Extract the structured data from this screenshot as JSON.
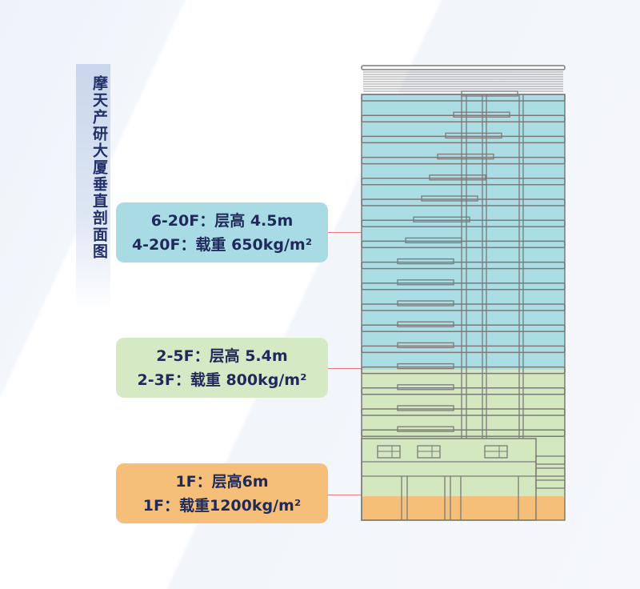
{
  "title": "摩天产研大厦垂直剖面图",
  "labels": [
    {
      "line1": "6-20F：层高 4.5m",
      "line2": "4-20F：载重 650kg/m²",
      "color": "#a8dbe3"
    },
    {
      "line1": "2-5F：层高 5.4m",
      "line2": "2-3F：载重 800kg/m²",
      "color": "#d5e9c4"
    },
    {
      "line1": "1F：层高6m",
      "line2": "1F：载重1200kg/m²",
      "color": "#f5bf7a"
    }
  ],
  "colors": {
    "upper": "#abdde4",
    "middle": "#d3e8bf",
    "ground": "#f5bf7a",
    "line": "#7a7a7a",
    "text": "#1f2a5a"
  }
}
